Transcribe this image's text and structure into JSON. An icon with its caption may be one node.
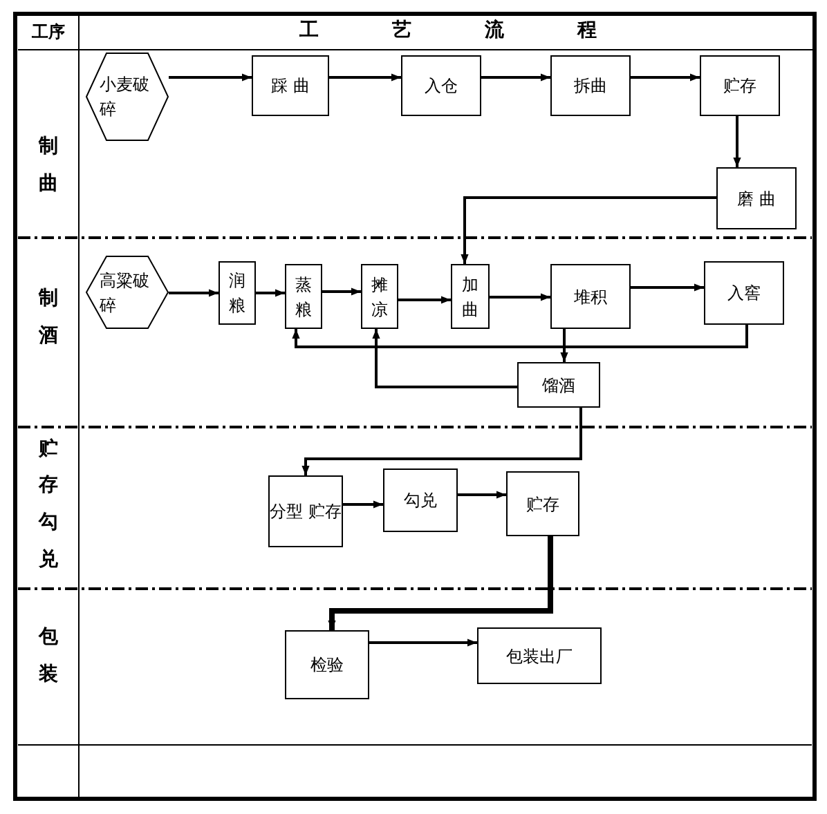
{
  "diagram": {
    "nodes": [
      {
        "text": [
          "小麦破碎"
        ]
      },
      {
        "text": [
          "踩 曲"
        ]
      },
      {
        "text": [
          "入仓"
        ]
      },
      {
        "text": [
          "拆曲"
        ]
      },
      {
        "text": [
          "贮存"
        ]
      },
      {
        "text": [
          "磨 曲"
        ]
      },
      {
        "text": [
          "高粱破碎"
        ]
      },
      {
        "text": [
          "润粮"
        ]
      },
      {
        "text": [
          "蒸粮"
        ]
      },
      {
        "text": [
          "摊凉"
        ]
      },
      {
        "text": [
          "加曲"
        ]
      },
      {
        "text": [
          "堆积"
        ]
      },
      {
        "text": [
          "入窖"
        ]
      },
      {
        "text": [
          "馏酒"
        ]
      },
      {
        "text": [
          "分型 贮存"
        ]
      },
      {
        "text": [
          "勾兑"
        ]
      },
      {
        "text": [
          "贮存"
        ]
      },
      {
        "text": [
          "检验"
        ]
      },
      {
        "text": [
          "包装出厂"
        ]
      }
    ],
    "edges": [
      {
        "from": 0,
        "to": 1,
        "arrow": "to"
      },
      {
        "from": 1,
        "to": 2,
        "arrow": "to"
      },
      {
        "from": 2,
        "to": 3,
        "arrow": "to"
      },
      {
        "from": 3,
        "to": 4,
        "arrow": "to"
      },
      {
        "from": 4,
        "to": 5,
        "arrow": "to"
      },
      {
        "from": 5,
        "to": 10,
        "arrow": "to"
      },
      {
        "from": 6,
        "to": 7,
        "arrow": "to"
      },
      {
        "from": 7,
        "to": 8,
        "arrow": "to"
      },
      {
        "from": 8,
        "to": 9,
        "arrow": "to"
      },
      {
        "from": 9,
        "to": 10,
        "arrow": "to"
      },
      {
        "from": 10,
        "to": 11,
        "arrow": "to"
      },
      {
        "from": 11,
        "to": 12,
        "arrow": "to"
      },
      {
        "from": 12,
        "to": 8,
        "arrow": "to"
      },
      {
        "from": 11,
        "to": 13,
        "arrow": "to"
      },
      {
        "from": 13,
        "to": 9,
        "arrow": "to"
      },
      {
        "from": 13,
        "to": 14,
        "arrow": "to"
      },
      {
        "from": 14,
        "to": 15,
        "arrow": "to"
      },
      {
        "from": 15,
        "to": 16,
        "arrow": "to"
      },
      {
        "from": 16,
        "to": 17,
        "arrow": "to",
        "style": "thick"
      },
      {
        "from": 17,
        "to": 18,
        "arrow": "to"
      }
    ],
    "labels": [
      "工序",
      "工 艺 流 程",
      "制曲",
      "制酒",
      "贮存勾兑",
      "包装"
    ]
  }
}
